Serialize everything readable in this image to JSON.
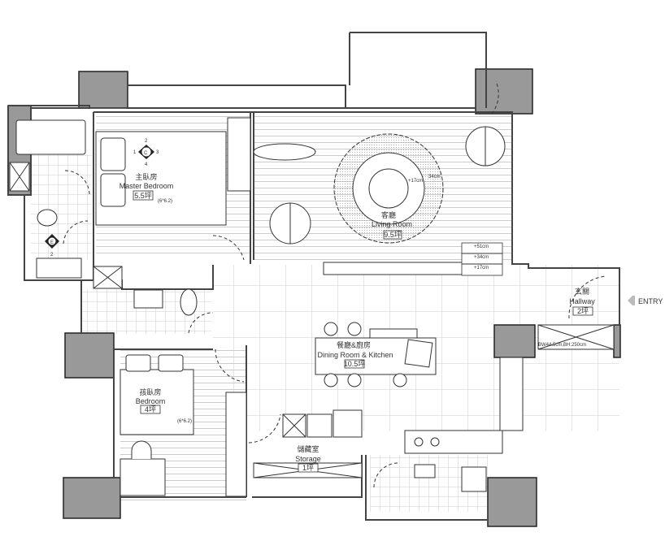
{
  "rooms": {
    "master_bedroom": {
      "zh": "主臥房",
      "en": "Master Bedroom",
      "area": "5.5坪",
      "bed_size": "(6*6.2)"
    },
    "living_room": {
      "zh": "客廳",
      "en": "Living Room",
      "area": "9.5坪"
    },
    "hallway": {
      "zh": "玄關",
      "en": "Hallway",
      "area": "2坪"
    },
    "dining_kitchen": {
      "zh": "餐廳&廚房",
      "en": "Dining Room & Kitchen",
      "area": "10.5坪"
    },
    "bedroom": {
      "zh": "孩臥房",
      "en": "Bedroom",
      "area": "4坪",
      "bed_size": "(6*6.2)"
    },
    "storage": {
      "zh": "儲藏室",
      "en": "Storage",
      "area": "1坪"
    }
  },
  "levels": {
    "a": "+51cm",
    "b": "+34cm",
    "c": "+17cm",
    "ring_inner": "+17cm",
    "ring_outer": "34cm"
  },
  "entry": "ENTRY",
  "closet_note": "BW44.5cm,BH:250cm",
  "markers": {
    "c": "C",
    "c1": "1",
    "c2": "2",
    "c3": "3",
    "c4": "4",
    "e": "E",
    "e2": "2"
  }
}
